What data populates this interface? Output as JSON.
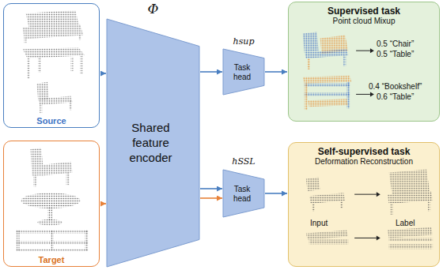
{
  "diagram": {
    "nodes": [
      {
        "text": [
          "Source"
        ]
      },
      {
        "text": [
          "Target"
        ]
      },
      {
        "text": [
          "Φ",
          "Shared feature encoder"
        ]
      },
      {
        "text": [
          "hsup",
          "Task head"
        ]
      },
      {
        "text": [
          "hSSL",
          "Task head"
        ]
      },
      {
        "text": [
          "Supervised task",
          "Point cloud Mixup"
        ]
      },
      {
        "text": [
          "Self-supervised task",
          "Deformation Reconstruction"
        ]
      }
    ],
    "edges": [
      {
        "from": 0,
        "to": 2,
        "arrow": "to"
      },
      {
        "from": 1,
        "to": 2,
        "arrow": "to"
      },
      {
        "from": 2,
        "to": 3,
        "arrow": "to"
      },
      {
        "from": 2,
        "to": 4,
        "arrow": "to"
      },
      {
        "from": 2,
        "to": 4,
        "arrow": "to"
      },
      {
        "from": 3,
        "to": 5,
        "arrow": "to"
      },
      {
        "from": 4,
        "to": 6,
        "arrow": "to"
      }
    ],
    "labels": [
      "0.5 “Chair”",
      "0.5 “Table”",
      "0.4 “Bookshelf”",
      "0.6 “Table”",
      "Input",
      "Label"
    ]
  }
}
